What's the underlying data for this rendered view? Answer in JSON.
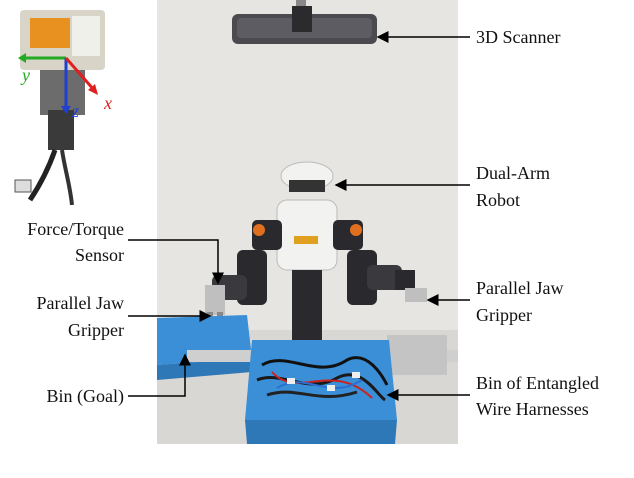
{
  "labels": {
    "scanner": "3D Scanner",
    "dual_arm": [
      "Dual-Arm",
      "Robot"
    ],
    "force_torque": [
      "Force/Torque",
      "Sensor"
    ],
    "gripper_left": [
      "Parallel Jaw",
      "Gripper"
    ],
    "gripper_right": [
      "Parallel Jaw",
      "Gripper"
    ],
    "bin_goal": "Bin (Goal)",
    "bin_entangled": [
      "Bin of Entangled",
      "Wire Harnesses"
    ]
  },
  "axes": {
    "x": "x",
    "y": "y",
    "z": "z"
  },
  "caption": "",
  "colors": {
    "bin_blue": "#3a8fd6",
    "axis_x": "#e02020",
    "axis_y": "#22aa22",
    "axis_z": "#2040d0",
    "robot_white": "#f2f2f0",
    "robot_dark": "#2a2a2e",
    "accent_orange": "#e07020"
  }
}
